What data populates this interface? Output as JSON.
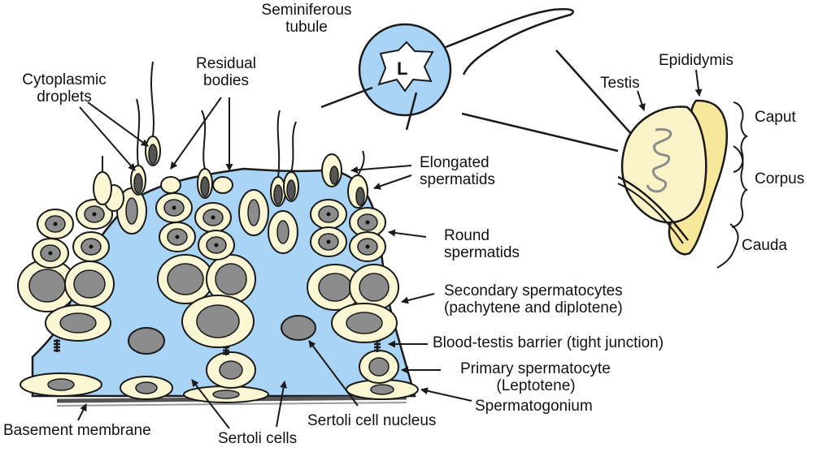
{
  "labels": {
    "seminiferous_tubule": [
      "Seminiferous",
      "tubule"
    ],
    "lumen": "L",
    "residual_bodies": [
      "Residual",
      "bodies"
    ],
    "cytoplasmic_droplets": [
      "Cytoplasmic",
      "droplets"
    ],
    "epididymis": "Epididymis",
    "testis": "Testis",
    "caput": "Caput",
    "corpus": "Corpus",
    "cauda": "Cauda",
    "elongated_spermatids": [
      "Elongated",
      "spermatids"
    ],
    "round_spermatids": [
      "Round",
      "spermatids"
    ],
    "secondary_spermatocytes": [
      "Secondary spermatocytes",
      "(pachytene and diplotene)"
    ],
    "blood_testis_barrier": "Blood-testis barrier (tight junction)",
    "primary_spermatocyte": [
      "Primary spermatocyte",
      "(Leptotene)"
    ],
    "spermatogonium": "Spermatogonium",
    "basement_membrane": "Basement membrane",
    "sertoli_cells": "Sertoli cells",
    "sertoli_cell_nucleus": "Sertoli cell nucleus"
  },
  "colors": {
    "sertoli_cytoplasm": "#a9d4f5",
    "cell_fill": "#fbf6d4",
    "nucleus": "#8c8c8c",
    "epididymis": "#f6e79a",
    "testis": "#fbf3c8",
    "outline": "#1a1a1a"
  }
}
